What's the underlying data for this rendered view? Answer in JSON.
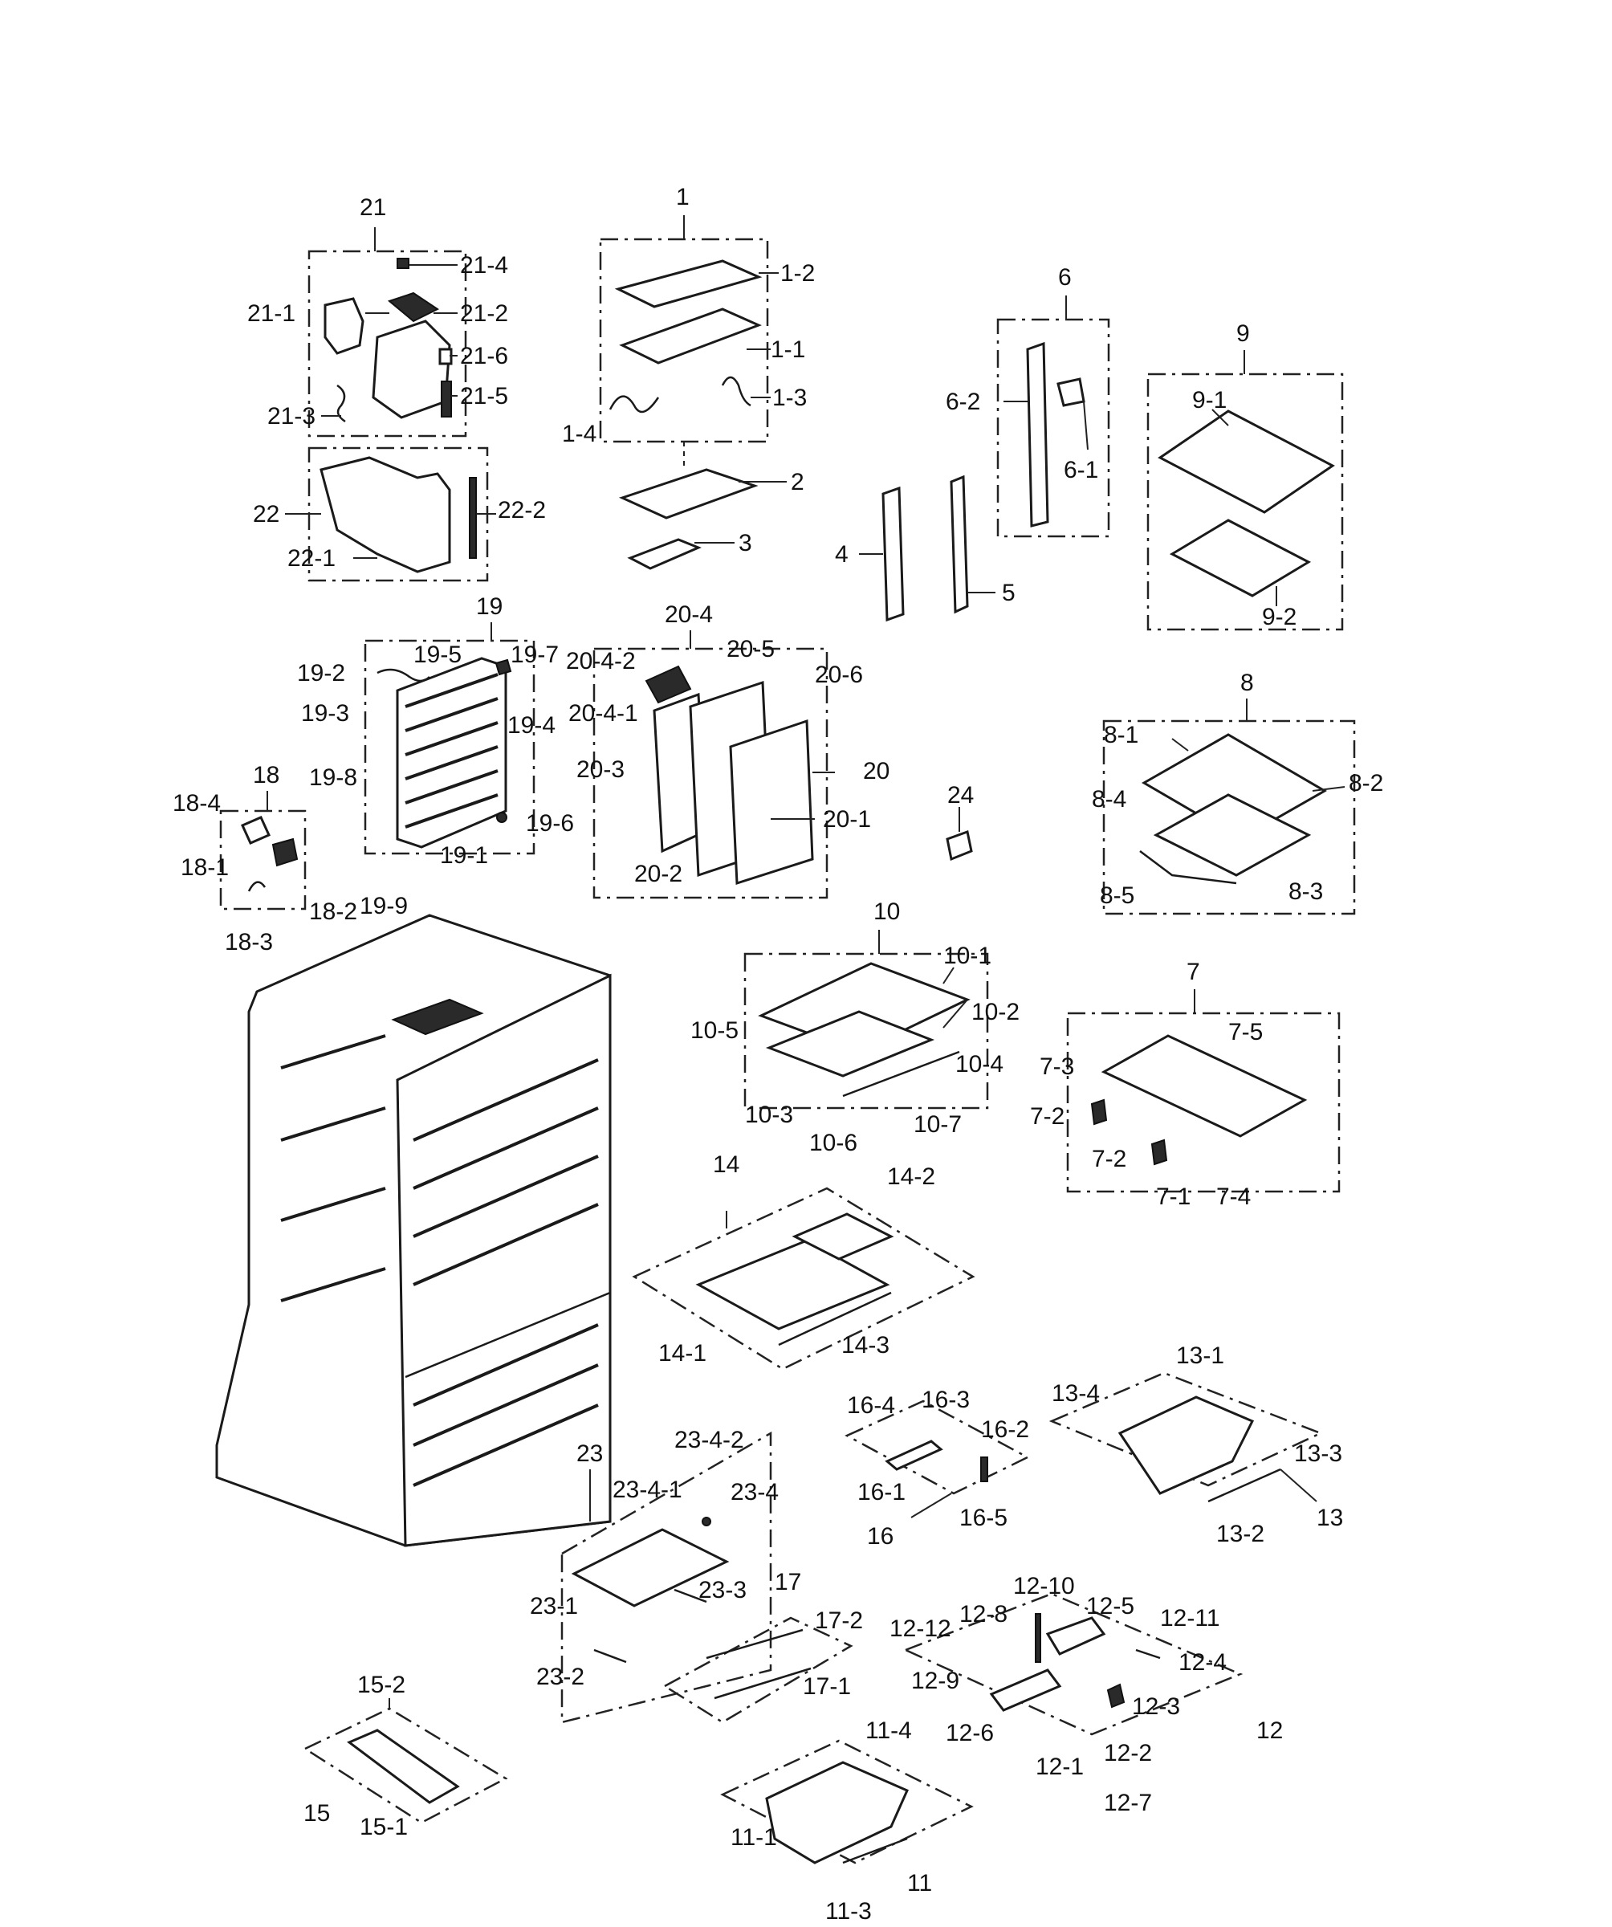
{
  "callouts": {
    "g21": "21",
    "c21_4": "21-4",
    "c21_1": "21-1",
    "c21_2": "21-2",
    "c21_6": "21-6",
    "c21_5": "21-5",
    "c21_3": "21-3",
    "g22": "22",
    "c22_2": "22-2",
    "c22_1": "22-1",
    "g1": "1",
    "c1_2": "1-2",
    "c1_1": "1-1",
    "c1_3": "1-3",
    "c1_4": "1-4",
    "c2": "2",
    "c3": "3",
    "c4": "4",
    "c5": "5",
    "g6": "6",
    "c6_2": "6-2",
    "c6_1": "6-1",
    "g9": "9",
    "c9_1": "9-1",
    "c9_2": "9-2",
    "g19": "19",
    "c19_5": "19-5",
    "c19_7": "19-7",
    "c19_2": "19-2",
    "c19_3": "19-3",
    "c19_4": "19-4",
    "c19_8": "19-8",
    "c19_6": "19-6",
    "c19_1": "19-1",
    "c19_9": "19-9",
    "g20": "20",
    "c20_4": "20-4",
    "c20_4_2": "20-4-2",
    "c20_5": "20-5",
    "c20_6": "20-6",
    "c20_4_1": "20-4-1",
    "c20_3": "20-3",
    "c20_1": "20-1",
    "c20_2": "20-2",
    "g18": "18",
    "c18_4": "18-4",
    "c18_1": "18-1",
    "c18_2": "18-2",
    "c18_3": "18-3",
    "c24": "24",
    "g8": "8",
    "c8_1": "8-1",
    "c8_2": "8-2",
    "c8_4": "8-4",
    "c8_3": "8-3",
    "c8_5": "8-5",
    "g10": "10",
    "c10_1": "10-1",
    "c10_2": "10-2",
    "c10_5": "10-5",
    "c10_4": "10-4",
    "c10_3": "10-3",
    "c10_6": "10-6",
    "c10_7": "10-7",
    "g7": "7",
    "c7_5": "7-5",
    "c7_3": "7-3",
    "c7_2a": "7-2",
    "c7_2b": "7-2",
    "c7_1": "7-1",
    "c7_4": "7-4",
    "g14": "14",
    "c14_2": "14-2",
    "c14_1": "14-1",
    "c14_3": "14-3",
    "c13_1": "13-1",
    "c13_4": "13-4",
    "c13_3": "13-3",
    "g13": "13",
    "c13_2": "13-2",
    "c16_4": "16-4",
    "c16_3": "16-3",
    "c16_2": "16-2",
    "c16_1": "16-1",
    "g16": "16",
    "c16_5": "16-5",
    "g23": "23",
    "c23_4_2": "23-4-2",
    "c23_4_1": "23-4-1",
    "c23_4": "23-4",
    "c23_1": "23-1",
    "c23_3": "23-3",
    "c23_2": "23-2",
    "g17": "17",
    "c17_2": "17-2",
    "c17_1": "17-1",
    "c12_10": "12-10",
    "c12_5": "12-5",
    "c12_8": "12-8",
    "c12_11": "12-11",
    "c12_12": "12-12",
    "c12_4": "12-4",
    "c12_9": "12-9",
    "c12_3": "12-3",
    "g12": "12",
    "c12_6": "12-6",
    "c12_2": "12-2",
    "c12_1": "12-1",
    "c12_7": "12-7",
    "c15_2": "15-2",
    "g15": "15",
    "c15_1": "15-1",
    "c11_4": "11-4",
    "c11_1": "11-1",
    "g11": "11",
    "c11_3": "11-3"
  }
}
